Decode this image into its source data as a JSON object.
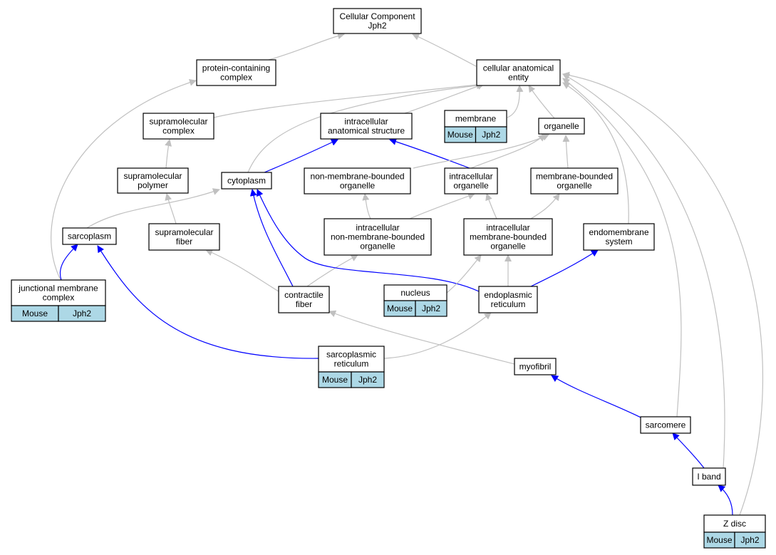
{
  "colors": {
    "is_a": "#c0c0c0",
    "part_of": "#0000ff",
    "annotation": "#add8e6",
    "node_border": "#000000"
  },
  "nodes": [
    {
      "id": "root",
      "lines": [
        "Cellular Component",
        "Jph2"
      ]
    },
    {
      "id": "protein-complex",
      "lines": [
        "protein-containing",
        "complex"
      ]
    },
    {
      "id": "cellular-anatomical-entity",
      "lines": [
        "cellular anatomical",
        "entity"
      ]
    },
    {
      "id": "supramolecular-complex",
      "lines": [
        "supramolecular",
        "complex"
      ]
    },
    {
      "id": "intracellular-anatomical-structure",
      "lines": [
        "intracellular",
        "anatomical structure"
      ]
    },
    {
      "id": "membrane",
      "lines": [
        "membrane"
      ],
      "annotation": [
        "Mouse",
        "Jph2"
      ]
    },
    {
      "id": "organelle",
      "lines": [
        "organelle"
      ]
    },
    {
      "id": "supramolecular-polymer",
      "lines": [
        "supramolecular",
        "polymer"
      ]
    },
    {
      "id": "cytoplasm",
      "lines": [
        "cytoplasm"
      ]
    },
    {
      "id": "non-membrane-bounded-organelle",
      "lines": [
        "non-membrane-bounded",
        "organelle"
      ]
    },
    {
      "id": "intracellular-organelle",
      "lines": [
        "intracellular",
        "organelle"
      ]
    },
    {
      "id": "membrane-bounded-organelle",
      "lines": [
        "membrane-bounded",
        "organelle"
      ]
    },
    {
      "id": "sarcoplasm",
      "lines": [
        "sarcoplasm"
      ]
    },
    {
      "id": "supramolecular-fiber",
      "lines": [
        "supramolecular",
        "fiber"
      ]
    },
    {
      "id": "intracellular-non-membrane-bounded-organelle",
      "lines": [
        "intracellular",
        "non-membrane-bounded",
        "organelle"
      ]
    },
    {
      "id": "intracellular-membrane-bounded-organelle",
      "lines": [
        "intracellular",
        "membrane-bounded",
        "organelle"
      ]
    },
    {
      "id": "endomembrane-system",
      "lines": [
        "endomembrane",
        "system"
      ]
    },
    {
      "id": "junctional-membrane-complex",
      "lines": [
        "junctional membrane",
        "complex"
      ],
      "annotation": [
        "Mouse",
        "Jph2"
      ]
    },
    {
      "id": "contractile-fiber",
      "lines": [
        "contractile",
        "fiber"
      ]
    },
    {
      "id": "nucleus",
      "lines": [
        "nucleus"
      ],
      "annotation": [
        "Mouse",
        "Jph2"
      ]
    },
    {
      "id": "endoplasmic-reticulum",
      "lines": [
        "endoplasmic",
        "reticulum"
      ]
    },
    {
      "id": "sarcoplasmic-reticulum",
      "lines": [
        "sarcoplasmic",
        "reticulum"
      ],
      "annotation": [
        "Mouse",
        "Jph2"
      ]
    },
    {
      "id": "myofibril",
      "lines": [
        "myofibril"
      ]
    },
    {
      "id": "sarcomere",
      "lines": [
        "sarcomere"
      ]
    },
    {
      "id": "i-band",
      "lines": [
        "I band"
      ]
    },
    {
      "id": "z-disc",
      "lines": [
        "Z disc"
      ],
      "annotation": [
        "Mouse",
        "Jph2"
      ]
    }
  ],
  "edges": [
    {
      "from": "protein-complex",
      "to": "root",
      "type": "is_a"
    },
    {
      "from": "cellular-anatomical-entity",
      "to": "root",
      "type": "is_a"
    },
    {
      "from": "supramolecular-complex",
      "to": "cellular-anatomical-entity",
      "type": "is_a"
    },
    {
      "from": "intracellular-anatomical-structure",
      "to": "cellular-anatomical-entity",
      "type": "is_a"
    },
    {
      "from": "membrane",
      "to": "cellular-anatomical-entity",
      "type": "is_a"
    },
    {
      "from": "organelle",
      "to": "cellular-anatomical-entity",
      "type": "is_a"
    },
    {
      "from": "cytoplasm",
      "to": "cellular-anatomical-entity",
      "type": "is_a"
    },
    {
      "from": "endomembrane-system",
      "to": "cellular-anatomical-entity",
      "type": "is_a"
    },
    {
      "from": "sarcomere",
      "to": "cellular-anatomical-entity",
      "type": "is_a"
    },
    {
      "from": "i-band",
      "to": "cellular-anatomical-entity",
      "type": "is_a"
    },
    {
      "from": "z-disc",
      "to": "cellular-anatomical-entity",
      "type": "is_a"
    },
    {
      "from": "junctional-membrane-complex",
      "to": "protein-complex",
      "type": "is_a"
    },
    {
      "from": "supramolecular-polymer",
      "to": "supramolecular-complex",
      "type": "is_a"
    },
    {
      "from": "supramolecular-fiber",
      "to": "supramolecular-polymer",
      "type": "is_a"
    },
    {
      "from": "cytoplasm",
      "to": "intracellular-anatomical-structure",
      "type": "part_of"
    },
    {
      "from": "intracellular-organelle",
      "to": "intracellular-anatomical-structure",
      "type": "part_of"
    },
    {
      "from": "non-membrane-bounded-organelle",
      "to": "organelle",
      "type": "is_a"
    },
    {
      "from": "intracellular-organelle",
      "to": "organelle",
      "type": "is_a"
    },
    {
      "from": "membrane-bounded-organelle",
      "to": "organelle",
      "type": "is_a"
    },
    {
      "from": "sarcoplasm",
      "to": "cytoplasm",
      "type": "is_a"
    },
    {
      "from": "intracellular-non-membrane-bounded-organelle",
      "to": "non-membrane-bounded-organelle",
      "type": "is_a"
    },
    {
      "from": "intracellular-non-membrane-bounded-organelle",
      "to": "intracellular-organelle",
      "type": "is_a"
    },
    {
      "from": "intracellular-membrane-bounded-organelle",
      "to": "intracellular-organelle",
      "type": "is_a"
    },
    {
      "from": "intracellular-membrane-bounded-organelle",
      "to": "membrane-bounded-organelle",
      "type": "is_a"
    },
    {
      "from": "junctional-membrane-complex",
      "to": "sarcoplasm",
      "type": "part_of"
    },
    {
      "from": "sarcoplasmic-reticulum",
      "to": "sarcoplasm",
      "type": "part_of"
    },
    {
      "from": "contractile-fiber",
      "to": "supramolecular-fiber",
      "type": "is_a"
    },
    {
      "from": "contractile-fiber",
      "to": "cytoplasm",
      "type": "part_of"
    },
    {
      "from": "contractile-fiber",
      "to": "intracellular-non-membrane-bounded-organelle",
      "type": "is_a"
    },
    {
      "from": "endoplasmic-reticulum",
      "to": "cytoplasm",
      "type": "part_of"
    },
    {
      "from": "nucleus",
      "to": "intracellular-membrane-bounded-organelle",
      "type": "is_a"
    },
    {
      "from": "endoplasmic-reticulum",
      "to": "intracellular-membrane-bounded-organelle",
      "type": "is_a"
    },
    {
      "from": "endoplasmic-reticulum",
      "to": "endomembrane-system",
      "type": "part_of"
    },
    {
      "from": "sarcoplasmic-reticulum",
      "to": "endoplasmic-reticulum",
      "type": "is_a"
    },
    {
      "from": "myofibril",
      "to": "contractile-fiber",
      "type": "is_a"
    },
    {
      "from": "sarcomere",
      "to": "myofibril",
      "type": "part_of"
    },
    {
      "from": "i-band",
      "to": "sarcomere",
      "type": "part_of"
    },
    {
      "from": "z-disc",
      "to": "i-band",
      "type": "part_of"
    }
  ]
}
